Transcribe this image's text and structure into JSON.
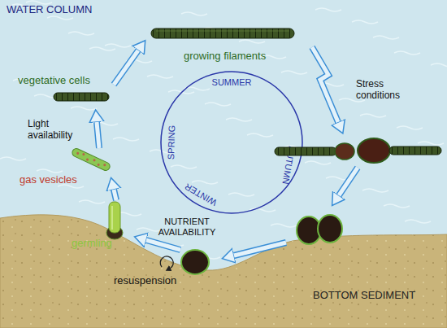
{
  "diagram": {
    "nodes": [
      {
        "text": [
          "WATER COLUMN"
        ]
      },
      {
        "text": [
          "SUMMER",
          "AUTUMN",
          "WINTER",
          "SPRING"
        ],
        "in": 0
      },
      {
        "text": [
          "BOTTOM SEDIMENT"
        ]
      }
    ],
    "labels": [
      "growing filaments",
      "vegetative cells",
      "Stress conditions",
      "Light availability",
      "gas vesicles",
      "NUTRIENT AVAILABILITY",
      "germling",
      "resuspension"
    ]
  }
}
